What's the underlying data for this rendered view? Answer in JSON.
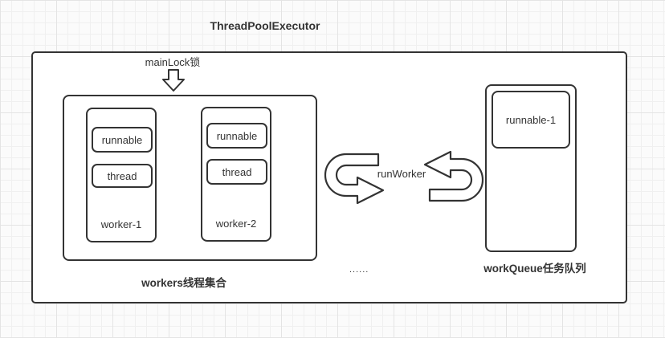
{
  "title": "ThreadPoolExecutor",
  "main_lock": {
    "label": "mainLock锁"
  },
  "workers": {
    "caption": "workers线程集合",
    "ellipsis": "......",
    "items": [
      {
        "name": "worker-1",
        "runnable": "runnable",
        "thread": "thread"
      },
      {
        "name": "worker-2",
        "runnable": "runnable",
        "thread": "thread"
      }
    ]
  },
  "cycle": {
    "label": "runWorker"
  },
  "work_queue": {
    "caption": "workQueue任务队列",
    "items": [
      {
        "name": "runnable-1"
      }
    ]
  },
  "icons": {
    "main_lock_arrow": "hollow-down-arrow",
    "left_arrow": "u-turn-arrow-pointing-right",
    "right_arrow": "u-turn-arrow-pointing-left"
  },
  "colors": {
    "line": "#333333",
    "text": "#333333",
    "shape_fill": "#ffffff",
    "canvas_background": "#fbfbfb",
    "grid_minor": "#f0f0f0",
    "grid_major": "#e4e4e4"
  }
}
